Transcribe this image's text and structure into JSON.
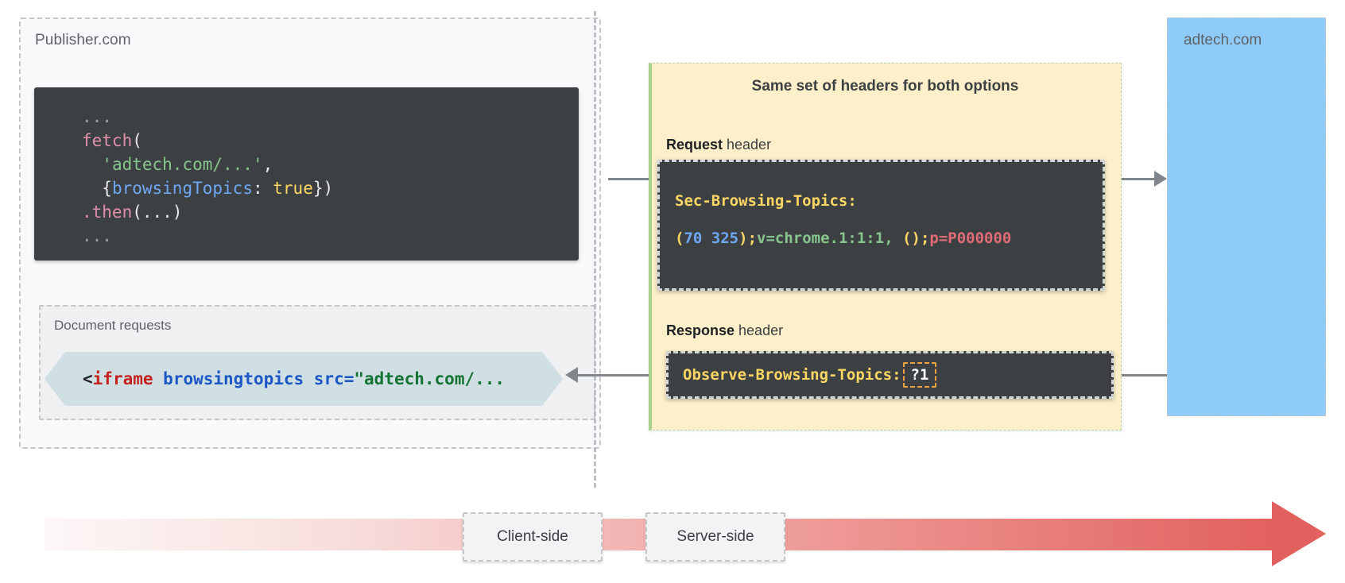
{
  "publisher": {
    "label": "Publisher.com",
    "fetch_code": {
      "line1_dots": "...",
      "line2_fn": "fetch",
      "line2_paren": "(",
      "line3_str": "'adtech.com/...'",
      "line3_comma": ",",
      "line4_brace_open": "{",
      "line4_prop": "browsingTopics",
      "line4_colon": ": ",
      "line4_bool": "true",
      "line4_close": "})",
      "line5_dot_then": ".then",
      "line5_args": "(...)",
      "line6_dots": "..."
    },
    "document_requests": {
      "label": "Document requests",
      "iframe_lt": "<",
      "iframe_tag": "iframe",
      "iframe_attr": " browsingtopics src=",
      "iframe_value": "\"adtech.com/..."
    }
  },
  "headers_panel": {
    "title": "Same set of headers for both options",
    "request_label_bold": "Request",
    "request_label_rest": " header",
    "response_label_bold": "Response",
    "response_label_rest": " header",
    "request_header": {
      "key": "Sec-Browsing-Topics:",
      "value_paren_open": "(",
      "value_topic_1": "70",
      "value_space": " ",
      "value_topic_2": "325",
      "value_paren_close": ")",
      "value_semi_1": ";",
      "value_version": "v=chrome.1:1:1",
      "value_comma": ", ",
      "value_empty_parens": "()",
      "value_semi_2": ";",
      "value_p": "p=P000000"
    },
    "response_header": {
      "key": "Observe-Browsing-Topics:",
      "value": "?1"
    }
  },
  "adtech": {
    "label": "adtech.com"
  },
  "timeline": {
    "client_side": "Client-side",
    "server_side": "Server-side"
  },
  "colors": {
    "headers_panel_bg": "#fcefc9",
    "headers_panel_accent": "#a8d18d",
    "adtech_bg": "#8fcbf8",
    "code_bg": "#3c4043",
    "iframe_banner_bg": "#cfdfe3",
    "timeline_end": "#e2615e",
    "header_key": "#fdd663",
    "highlight_dashed": "#f0a33a"
  }
}
